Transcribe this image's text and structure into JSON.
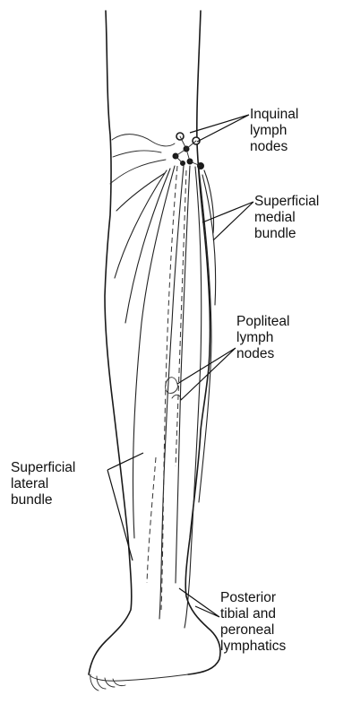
{
  "labels": {
    "inguinal": [
      "Inquinal",
      "lymph",
      "nodes"
    ],
    "superficial_medial": [
      "Superficial",
      "medial",
      "bundle"
    ],
    "popliteal": [
      "Popliteal",
      "lymph",
      "nodes"
    ],
    "superficial_lateral": [
      "Superficial",
      "lateral",
      "bundle"
    ],
    "posterior_tibial": [
      "Posterior",
      "tibial and",
      "peroneal",
      "lymphatics"
    ]
  }
}
